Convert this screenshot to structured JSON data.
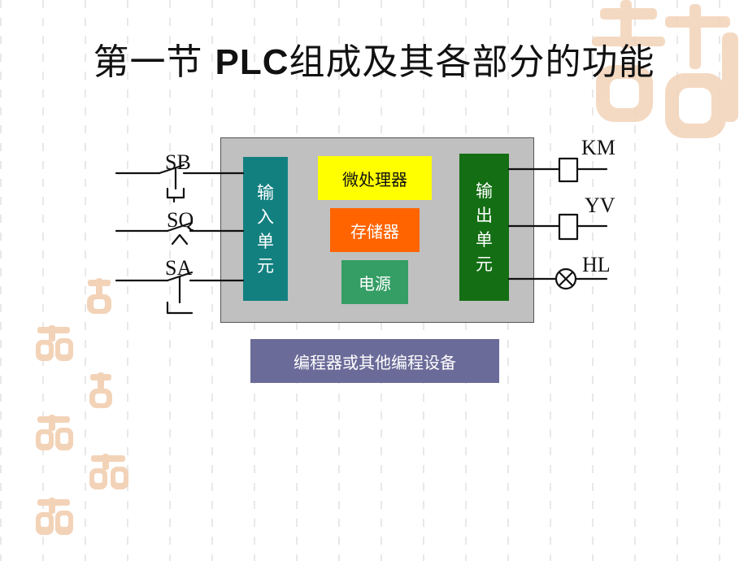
{
  "title": {
    "prefix": "第一节",
    "bold": "PLC",
    "suffix": "组成及其各部分的功能"
  },
  "diagram": {
    "input_unit": [
      "输",
      "入",
      "单",
      "元"
    ],
    "output_unit": [
      "输",
      "出",
      "单",
      "元"
    ],
    "cpu": "微处理器",
    "memory": "存储器",
    "power": "电源",
    "programmer": "编程器或其他编程设备",
    "inputs": [
      "SB",
      "SQ",
      "SA"
    ],
    "outputs": [
      "KM",
      "YV",
      "HL"
    ]
  },
  "colors": {
    "plc_box": "#c0c0c0",
    "input_unit": "#138080",
    "output_unit": "#146e14",
    "cpu": "#ffff00",
    "memory": "#ff6400",
    "power": "#349e64",
    "programmer": "#6b6b99"
  },
  "decorations": {
    "seal_icon": "chinese-seal-stamp-icon"
  }
}
